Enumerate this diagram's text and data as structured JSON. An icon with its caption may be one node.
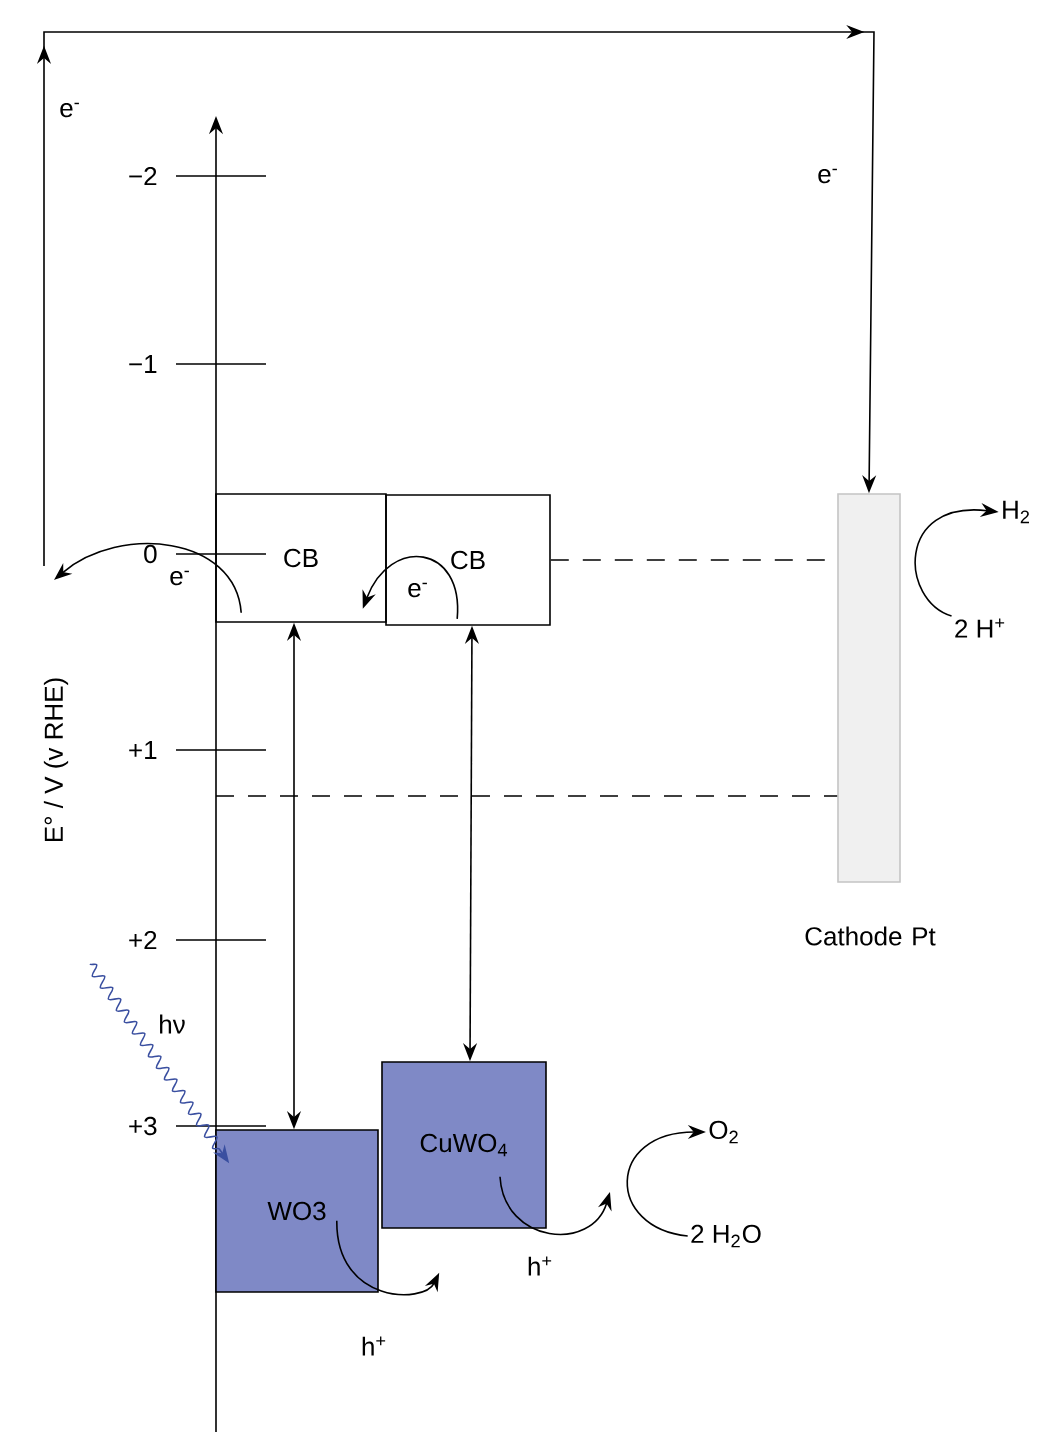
{
  "diagram": {
    "nodes": [
      {
        "text": [
          "CB"
        ]
      },
      {
        "text": [
          "CB"
        ]
      },
      {
        "text": [
          "WO3"
        ]
      },
      {
        "text": [
          "CuWO$_{4}$"
        ]
      },
      {
        "text": [],
        "shape": "bar",
        "beside": [
          "Cathode Pt"
        ]
      },
      {
        "text": [
          "H$_{2}$"
        ]
      },
      {
        "text": [
          "2 H$^{+}$"
        ]
      },
      {
        "text": [
          "O$_{2}$"
        ]
      },
      {
        "text": [
          "2 H$_{2}$O"
        ]
      }
    ],
    "edges": [
      {
        "from": 0,
        "to": 2,
        "arrow": "both"
      },
      {
        "from": 1,
        "to": 3,
        "arrow": "both"
      },
      {
        "from": null,
        "to": 4,
        "arrow": "to",
        "label": "e$^{-}$"
      },
      {
        "from": 0,
        "to": null,
        "arrow": "to",
        "label": "e$^{-}$"
      },
      {
        "from": 1,
        "to": 0,
        "arrow": "to",
        "label": "e$^{-}$"
      },
      {
        "from": 1,
        "to": 4,
        "arrow": "none",
        "style": "dashed"
      },
      {
        "from": null,
        "to": 4,
        "arrow": "none",
        "style": "dashed"
      },
      {
        "from": 2,
        "to": 3,
        "arrow": "to",
        "label": "h$^{+}$"
      },
      {
        "from": 3,
        "to": null,
        "arrow": "to",
        "label": "h$^{+}$"
      },
      {
        "from": 8,
        "to": 7,
        "arrow": "to"
      },
      {
        "from": 6,
        "to": 5,
        "arrow": "to"
      },
      {
        "from": null,
        "to": 2,
        "arrow": "to",
        "label": "hν",
        "color": "#3a4fa0"
      }
    ],
    "labels": [
      "e$^{-}$",
      "−2",
      "−1",
      "0",
      "+1",
      "+2",
      "+3",
      "E° / V (v RHE)"
    ]
  }
}
